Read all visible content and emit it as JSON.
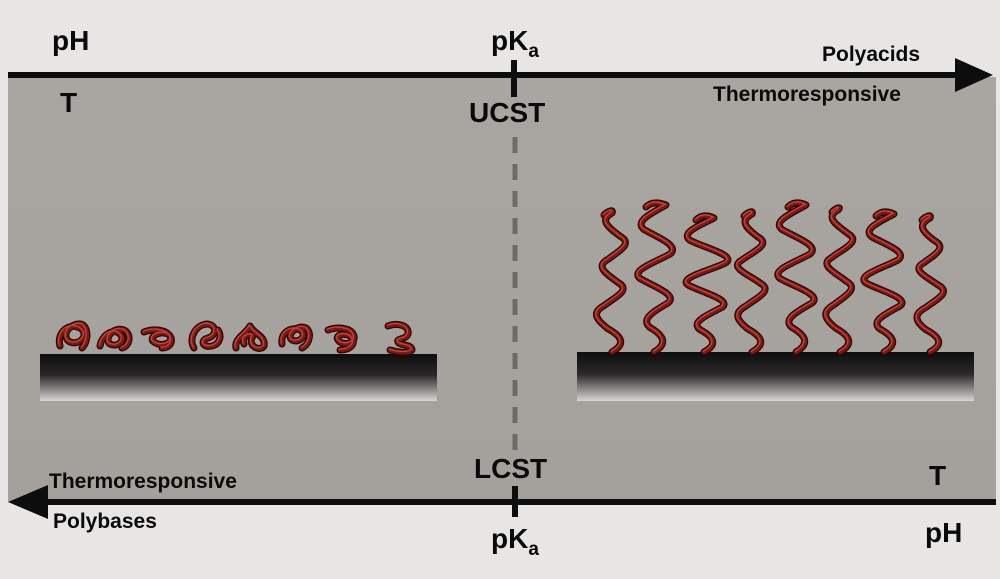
{
  "top_axis": {
    "left_label": "pH",
    "left_sublabel": "T",
    "center_label": "pK",
    "center_subscript": "a",
    "center_sublabel": "UCST",
    "right_label": "Polyacids",
    "right_sublabel": "Thermoresponsive"
  },
  "bottom_axis": {
    "right_label": "pH",
    "right_sublabel": "T",
    "center_label": "pK",
    "center_subscript": "a",
    "center_sublabel": "LCST",
    "left_label": "Polybases",
    "left_sublabel": "Thermoresponsive"
  },
  "states": {
    "left": "collapsed-chains",
    "right": "extended-chains",
    "left_chain_count": 8,
    "right_chain_count": 8
  },
  "colors": {
    "panel_background": "#a7a39f",
    "outer_background": "#e8e6e4",
    "axis": "#0d0d0d",
    "chain": "#7a1a14",
    "divider": "#6e6a66"
  }
}
